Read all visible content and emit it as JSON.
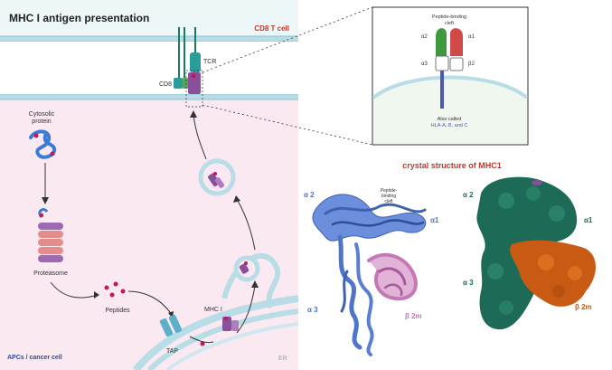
{
  "title": "MHC I antigen presentation",
  "cd8_t_cell_label": "CD8 T cell",
  "apc_label": "APCs / cancer cell",
  "er_label": "ER",
  "tcr_label": "TCR",
  "cd8_label": "CD8",
  "cytosolic_protein_label": [
    "Cytosolic",
    "protein"
  ],
  "proteasome_label": "Proteasome",
  "peptides_label": "Peptides",
  "tap_label": "TAP",
  "mhc1_label": "MHC I",
  "inset": {
    "cleft_label": [
      "Peptide-binding",
      "cleft"
    ],
    "alpha2": "α2",
    "alpha1": "α1",
    "alpha3": "α3",
    "beta2": "β2",
    "also_called": [
      "Also called",
      "HLA-A, B, and C"
    ]
  },
  "crystal_title": "crystal structure of MHC1",
  "ribbon": {
    "alpha2": "α 2",
    "alpha1": "α1",
    "alpha3": "α 3",
    "beta2m": "β 2m",
    "cleft_label": [
      "Peptide-",
      "binding",
      "cleft"
    ]
  },
  "surface": {
    "alpha2": "α 2",
    "alpha1": "α1",
    "alpha3": "α 3",
    "beta2m": "β 2m"
  },
  "colors": {
    "apc_bg": "#fbe9f1",
    "membrane": "#b9dde6",
    "title_red": "#c0392b",
    "ribbon_blue": "#4f74c8",
    "ribbon_pink": "#c478b4",
    "surface_green": "#1d6b56",
    "surface_orange": "#c85a14",
    "mhc_purple": "#8a4f9a",
    "tcr_teal": "#2a9d9a"
  }
}
